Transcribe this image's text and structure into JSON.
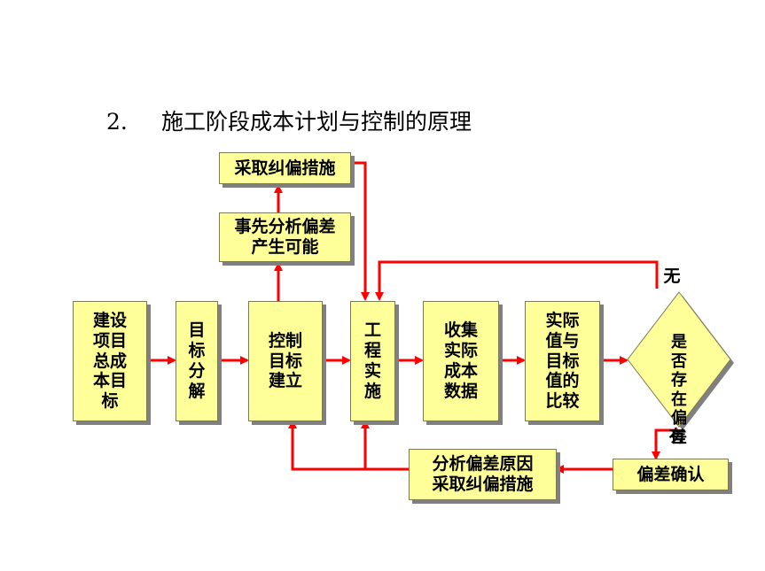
{
  "title": {
    "number": "2.",
    "text": "施工阶段成本计划与控制的原理"
  },
  "nodes": {
    "project_goal": "建设\n项目\n总成\n本目\n标",
    "goal_decomposition": "目\n标\n分\n解",
    "control_goal": "控制\n目标\n建立",
    "implementation": "工\n程\n实\n施",
    "collect_cost": "收集\n实际\n成本\n数据",
    "compare": "实际\n值与\n目标\n值的\n比较",
    "deviation_check": "是\n否\n存\n在\n偏\n差",
    "analyze_possible": "事先分析偏差\n产生可能",
    "corrective_measures": "采取纠偏措施",
    "analyze_cause": "分析偏差原因\n采取纠偏措施",
    "deviation_confirm": "偏差确认"
  },
  "labels": {
    "no": "无",
    "yes": "有"
  },
  "colors": {
    "box_fill": "#ffff99",
    "box_shadow": "#808080",
    "arrow": "#ff0000",
    "text": "#000000"
  }
}
